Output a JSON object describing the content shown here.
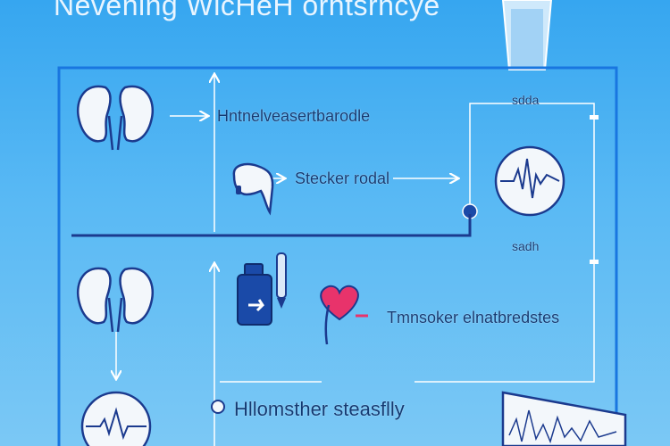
{
  "title": "Nevening WicHeH orhtsrncye",
  "labels": {
    "top_row": "Hntnelveasertbarodle",
    "middle_row": "Stecker rodal",
    "right_top": "sdda",
    "right_middle": "sadh",
    "heart_row": "Tmnsoker elnatbredstes",
    "bottom_row": "Hllomsther steasflly"
  },
  "icons": [
    "kidney-icon",
    "tooth-icon",
    "kidney-icon",
    "medicine-bottle-icon",
    "pen-icon",
    "heart-icon",
    "ecg-circle-icon",
    "ecg-circle-icon",
    "ecg-chart-icon",
    "water-glass-icon"
  ],
  "colors": {
    "background_top": "#36a6f0",
    "background_bottom": "#7bc8f5",
    "frame": "#1976e0",
    "connector": "#ffffff",
    "divider": "#1b3a8e",
    "heart": "#e8336b",
    "bottle": "#1a4aa8"
  }
}
